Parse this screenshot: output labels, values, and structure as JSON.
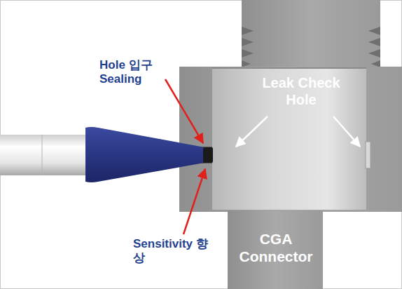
{
  "diagram": {
    "labels": [
      "Hole 입구 Sealing",
      "Leak Check Hole",
      "Sensitivity 향상",
      "CGA Connector"
    ]
  }
}
